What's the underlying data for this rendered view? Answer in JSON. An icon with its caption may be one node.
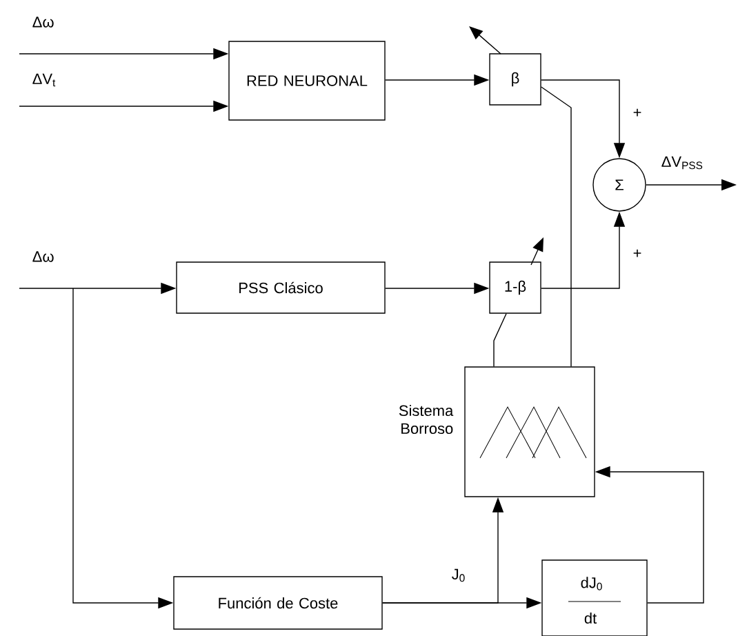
{
  "diagram": {
    "nodes": [
      {
        "text": [
          "RED NEURONAL"
        ]
      },
      {
        "text": [
          "β"
        ]
      },
      {
        "text": [
          "Σ"
        ]
      },
      {
        "text": [
          "PSS Clásico"
        ]
      },
      {
        "text": [
          "1-β"
        ]
      },
      {
        "text": [
          "Sistema Borroso"
        ]
      },
      {
        "text": [
          "Función de Coste"
        ]
      },
      {
        "text": [
          "dJ$_{0}$",
          "dt"
        ]
      }
    ],
    "edges": [
      {
        "from": null,
        "to": 0,
        "arrow": "to",
        "label": "Δω"
      },
      {
        "from": null,
        "to": 0,
        "arrow": "to",
        "label": "ΔV$_{t}$"
      },
      {
        "from": 0,
        "to": 1,
        "arrow": "to"
      },
      {
        "from": 1,
        "to": 2,
        "arrow": "to"
      },
      {
        "from": 4,
        "to": 2,
        "arrow": "to"
      },
      {
        "from": 2,
        "to": null,
        "arrow": "to",
        "label": "ΔV$_{PSS}$"
      },
      {
        "from": null,
        "to": 3,
        "arrow": "to",
        "label": "Δω"
      },
      {
        "from": null,
        "to": 6,
        "arrow": "to"
      },
      {
        "from": 3,
        "to": 4,
        "arrow": "to"
      },
      {
        "from": 6,
        "to": 7,
        "arrow": "to",
        "label": "J$_{0}$"
      },
      {
        "from": 6,
        "to": 5,
        "arrow": "to"
      },
      {
        "from": 7,
        "to": 5,
        "arrow": "to"
      },
      {
        "from": 5,
        "to": 1,
        "arrow": "none"
      },
      {
        "from": 5,
        "to": 4,
        "arrow": "none"
      }
    ],
    "labels": [
      "+",
      "+"
    ]
  }
}
